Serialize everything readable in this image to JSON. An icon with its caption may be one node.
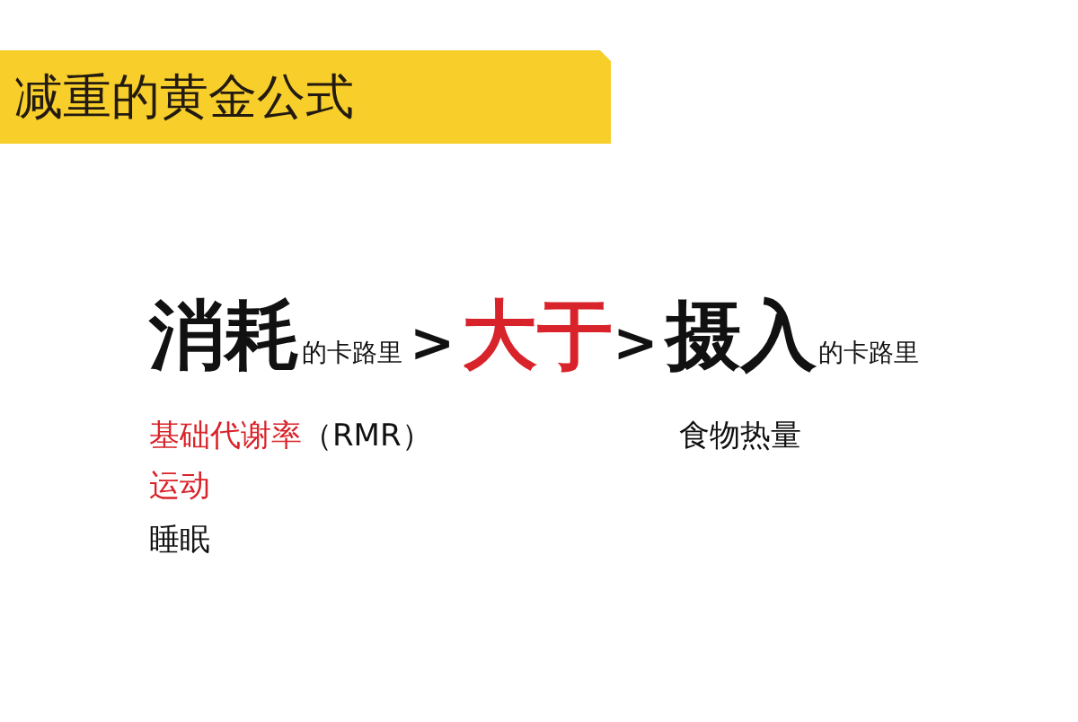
{
  "diagram": {
    "title": "减重的黄金公式",
    "labels": [
      "消耗",
      "的卡路里",
      ">",
      "大于",
      ">",
      "摄入",
      "的卡路里",
      "基础代谢率",
      "（RMR）",
      "食物热量",
      "运动",
      "睡眠"
    ]
  }
}
